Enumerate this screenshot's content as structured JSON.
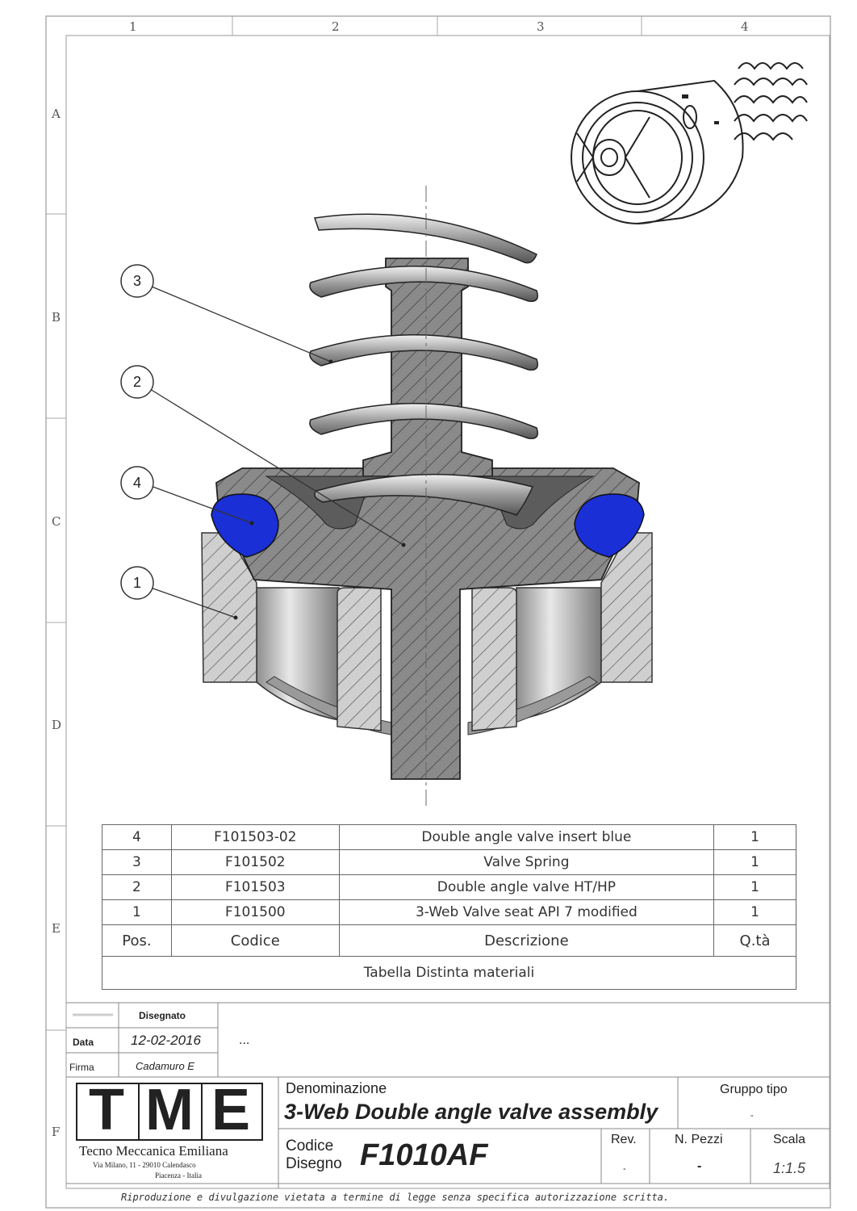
{
  "sheet": {
    "columns": [
      "1",
      "2",
      "3",
      "4"
    ],
    "rows": [
      "A",
      "B",
      "C",
      "D",
      "E",
      "F"
    ]
  },
  "balloons": [
    "3",
    "2",
    "4",
    "1"
  ],
  "bom": {
    "rows": [
      {
        "pos": "4",
        "code": "F101503-02",
        "desc": "Double angle valve insert blue",
        "qty": "1"
      },
      {
        "pos": "3",
        "code": "F101502",
        "desc": "Valve Spring",
        "qty": "1"
      },
      {
        "pos": "2",
        "code": "F101503",
        "desc": "Double angle valve HT/HP",
        "qty": "1"
      },
      {
        "pos": "1",
        "code": "F101500",
        "desc": "3-Web Valve seat  API 7 modified",
        "qty": "1"
      }
    ],
    "headers": {
      "pos": "Pos.",
      "code": "Codice",
      "desc": "Descrizione",
      "qty": "Q.tà"
    },
    "caption": "Tabella Distinta materiali"
  },
  "revision_block": {
    "disegnato_label": "Disegnato",
    "data_label": "Data",
    "data_value": "12-02-2016",
    "firma_label": "Firma",
    "firma_value": "Cadamuro E",
    "ellipsis": "..."
  },
  "company": {
    "logo_letters": [
      "T",
      "M",
      "E"
    ],
    "name": "Tecno Meccanica Emiliana",
    "address1": "Via Milano, 11 - 29010 Calendasco",
    "address2": "Piacenza - Italia"
  },
  "title_block": {
    "denominazione_label": "Denominazione",
    "title": "3-Web Double angle valve assembly",
    "gruppo_label": "Gruppo tipo",
    "gruppo_value": "-",
    "codice_label_1": "Codice",
    "codice_label_2": "Disegno",
    "code": "F1010AF",
    "rev_label": "Rev.",
    "rev_value": "-",
    "pezzi_label": "N. Pezzi",
    "pezzi_value": "-",
    "scala_label": "Scala",
    "scala_value": "1:1.5"
  },
  "footer": "Riproduzione e divulgazione vietata a termine di legge senza specifica autorizzazione scritta.",
  "colors": {
    "insert_blue": "#1a2fd6",
    "section_gray": "#8a8a8a",
    "seat_gray": "#c8c8c8"
  }
}
